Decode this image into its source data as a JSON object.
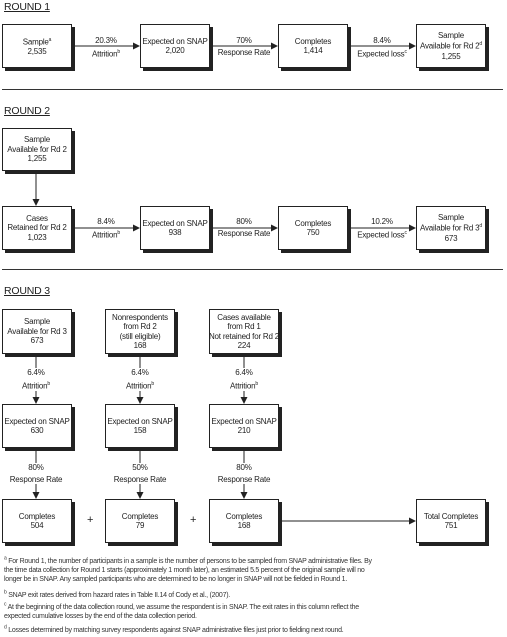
{
  "round1": {
    "label": "ROUND 1",
    "boxes": [
      {
        "line1": "Sample",
        "mark": "a",
        "line2": "2,535"
      },
      {
        "line1": "Expected on SNAP",
        "line2": "2,020"
      },
      {
        "line1": "Completes",
        "line2": "1,414"
      },
      {
        "line1": "Sample",
        "line1b": "Available for Rd 2",
        "mark": "d",
        "line2": "1,255"
      }
    ],
    "arrows": [
      {
        "value": "20.3%",
        "text": "Attrition",
        "mark": "b"
      },
      {
        "value": "70%",
        "text": "Response Rate"
      },
      {
        "value": "8.4%",
        "text": "Expected loss",
        "mark": "c"
      }
    ]
  },
  "round2": {
    "label": "ROUND 2",
    "top_box": {
      "line1": "Sample",
      "line1b": "Available for Rd 2",
      "line2": "1,255"
    },
    "boxes": [
      {
        "line1": "Cases",
        "line1b": "Retained for Rd 2",
        "line2": "1,023"
      },
      {
        "line1": "Expected on SNAP",
        "line2": "938"
      },
      {
        "line1": "Completes",
        "line2": "750"
      },
      {
        "line1": "Sample",
        "line1b": "Available for Rd 3",
        "mark": "d",
        "line2": "673"
      }
    ],
    "arrows": [
      {
        "value": "8.4%",
        "text": "Attrition",
        "mark": "b"
      },
      {
        "value": "80%",
        "text": "Response Rate"
      },
      {
        "value": "10.2%",
        "text": "Expected loss",
        "mark": "c"
      }
    ]
  },
  "round3": {
    "label": "ROUND 3",
    "columns": [
      {
        "top": {
          "line1": "Sample",
          "line1b": "Available for Rd 3",
          "line2": "673"
        },
        "attrition": {
          "value": "6.4%",
          "text": "Attrition",
          "mark": "b"
        },
        "snap": {
          "line1": "Expected on SNAP",
          "line2": "630"
        },
        "rate": {
          "value": "80%",
          "text": "Response Rate"
        },
        "completes": {
          "line1": "Completes",
          "line2": "504"
        }
      },
      {
        "top": {
          "line1": "Nonrespondents",
          "line1b": "from Rd 2",
          "line1c": "(still eligible)",
          "line2": "168"
        },
        "attrition": {
          "value": "6.4%",
          "text": "Attrition",
          "mark": "b"
        },
        "snap": {
          "line1": "Expected on SNAP",
          "line2": "158"
        },
        "rate": {
          "value": "50%",
          "text": "Response Rate"
        },
        "completes": {
          "line1": "Completes",
          "line2": "79"
        }
      },
      {
        "top": {
          "line1": "Cases available",
          "line1b": "from Rd 1",
          "line1c": "Not retained for Rd 2",
          "line2": "224"
        },
        "attrition": {
          "value": "6.4%",
          "text": "Attrition",
          "mark": "b"
        },
        "snap": {
          "line1": "Expected on SNAP",
          "line2": "210"
        },
        "rate": {
          "value": "80%",
          "text": "Response Rate"
        },
        "completes": {
          "line1": "Completes",
          "line2": "168"
        }
      }
    ],
    "plus": "+",
    "total": {
      "line1": "Total Completes",
      "line2": "751"
    }
  },
  "footnotes": [
    {
      "mark": "a",
      "text": "For Round 1, the number of participants in a sample is the number of persons to be sampled from SNAP administrative files. By the time data collection for Round 1 starts (approximately 1 month later), an estimated 5.5 percent of the original sample will no longer be in SNAP. Any sampled participants who are determined to be no longer in SNAP will not be fielded in Round 1."
    },
    {
      "mark": "b",
      "text": "SNAP exit rates derived from hazard rates in Table II.14 of Cody et al., (2007)."
    },
    {
      "mark": "c",
      "text": "At the beginning of the data collection round, we assume the respondent is in SNAP. The exit rates in this column reflect the expected cumulative losses by the end of the data collection period."
    },
    {
      "mark": "d",
      "text": "Losses determined by matching survey respondents against SNAP administrative files just prior to fielding next round."
    }
  ]
}
